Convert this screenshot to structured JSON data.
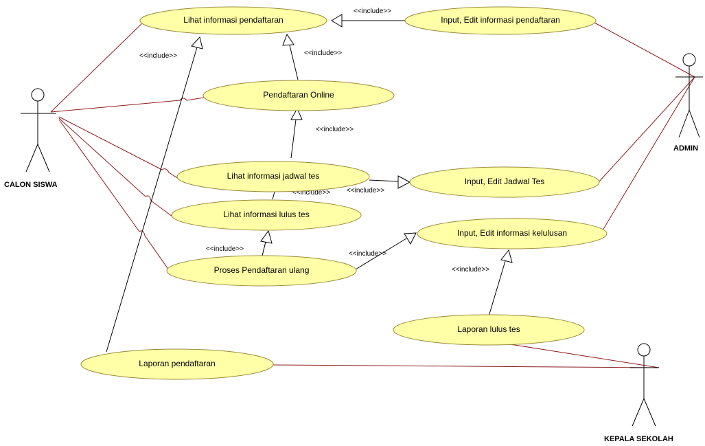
{
  "actors": {
    "calon_siswa": "CALON SISWA",
    "admin": "ADMIN",
    "kepala_sekolah": "KEPALA SEKOLAH"
  },
  "use_cases": {
    "lihat_info_pendaftaran": "Lihat informasi pendaftaran",
    "input_edit_info_pendaftaran": "Input, Edit informasi pendaftaran",
    "pendaftaran_online": "Pendaftaran Online",
    "lihat_info_jadwal_tes": "Lihat informasi jadwal tes",
    "input_edit_jadwal_tes": "Input, Edit Jadwal Tes",
    "lihat_info_lulus_tes": "Lihat informasi lulus tes",
    "input_edit_info_kelulusan": "Input, Edit informasi kelulusan",
    "proses_pendaftaran_ulang": "Proses Pendaftaran ulang",
    "laporan_lulus_tes": "Laporan lulus tes",
    "laporan_pendaftaran": "Laporan pendaftaran"
  },
  "stereotype": "<<include>>",
  "colors": {
    "usecase_fill": "#ffffa8",
    "usecase_stroke": "#9a8a3a",
    "association_line": "#8b1a1a",
    "include_line": "#000000"
  }
}
